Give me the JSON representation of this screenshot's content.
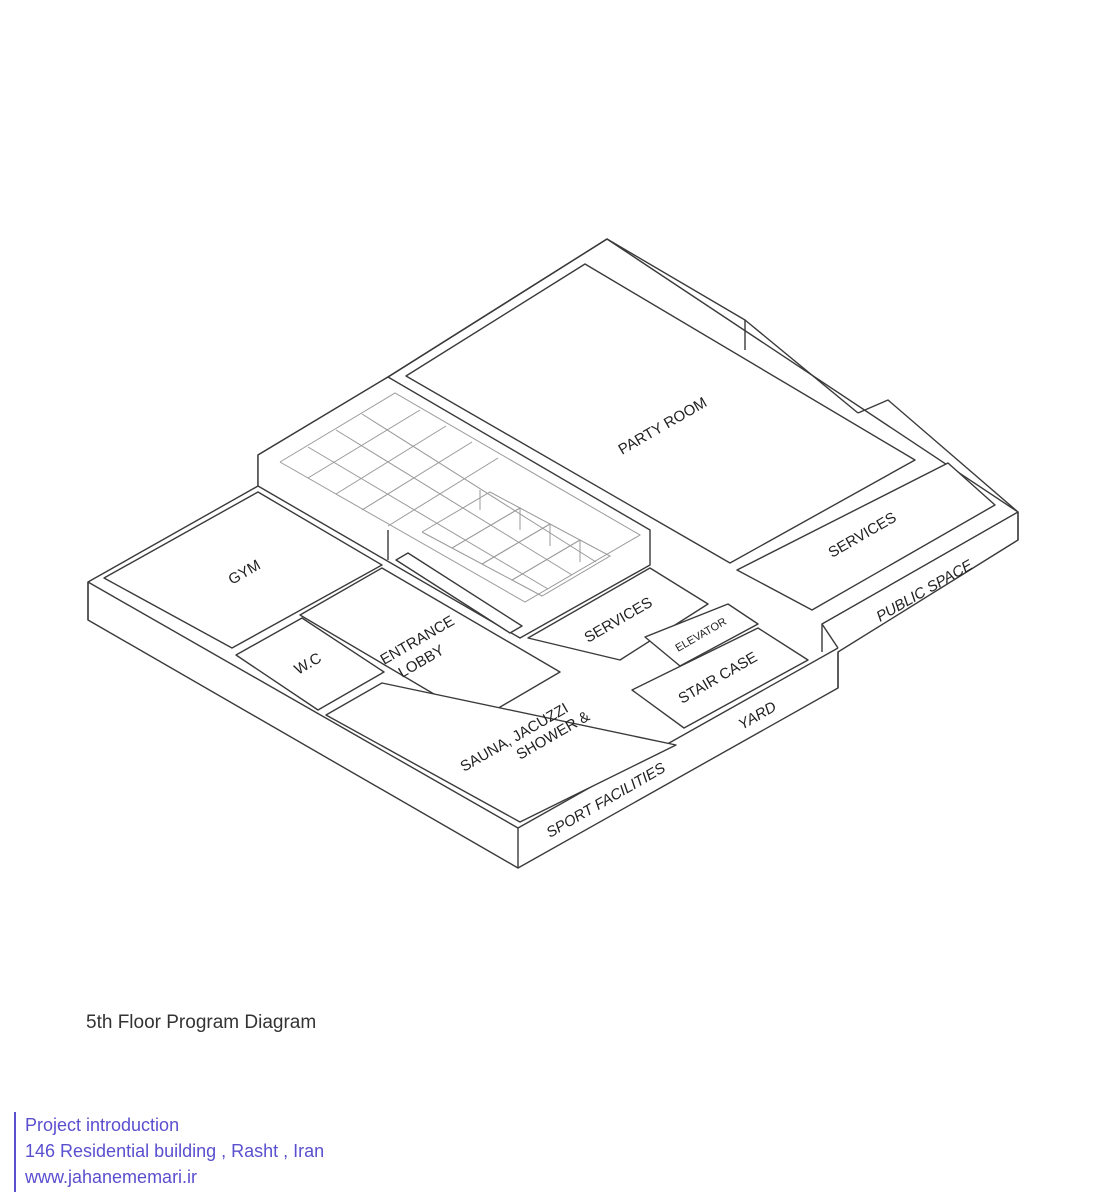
{
  "diagram": {
    "rooms": {
      "party_room": "PARTY ROOM",
      "services_upper": "SERVICES",
      "gym": "GYM",
      "wc": "W.C",
      "entrance_lobby_line1": "ENTRANCE",
      "entrance_lobby_line2": "LOBBY",
      "services_lower": "SERVICES",
      "elevator": "ELEVATOR",
      "stair_case": "STAIR CASE",
      "sauna_line1": "SAUNA, JACUZZI",
      "sauna_line2": "SHOWER &"
    },
    "zones": {
      "public_space": "PUBLIC SPACE",
      "yard": "YARD",
      "sport_facilities": "SPORT FACILITIES"
    }
  },
  "caption": "5th Floor Program Diagram",
  "credits": {
    "line1": "Project introduction",
    "line2": "146 Residential building , Rasht , Iran",
    "line3": "www.jahanememari.ir"
  }
}
